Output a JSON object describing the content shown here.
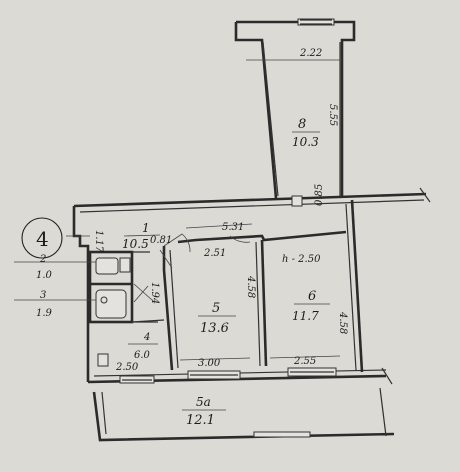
{
  "plan": {
    "unit_marker": "4",
    "rooms": [
      {
        "id": "1",
        "area": "10.5"
      },
      {
        "id": "2",
        "area": "1.0"
      },
      {
        "id": "3",
        "area": "1.9"
      },
      {
        "id": "4",
        "area": "6.0"
      },
      {
        "id": "5",
        "area": "13.6"
      },
      {
        "id": "6",
        "area": "11.7"
      },
      {
        "id": "8",
        "area": "10.3"
      },
      {
        "id": "5a",
        "area": "12.1"
      }
    ],
    "dimensions": {
      "top_width": "2.22",
      "room8_length": "5.55",
      "corridor_length": "5.31",
      "corridor_left": "0.81",
      "room5_width": "2.51",
      "height": "h - 2.50",
      "right_side": "0.85",
      "room5_depth": "4.58",
      "room6_depth": "4.58",
      "hall_side": "1.94",
      "kitchen_width": "2.50",
      "room5_bottom": "3.00",
      "room6_bottom": "2.55",
      "left_edge": "1.17"
    }
  }
}
